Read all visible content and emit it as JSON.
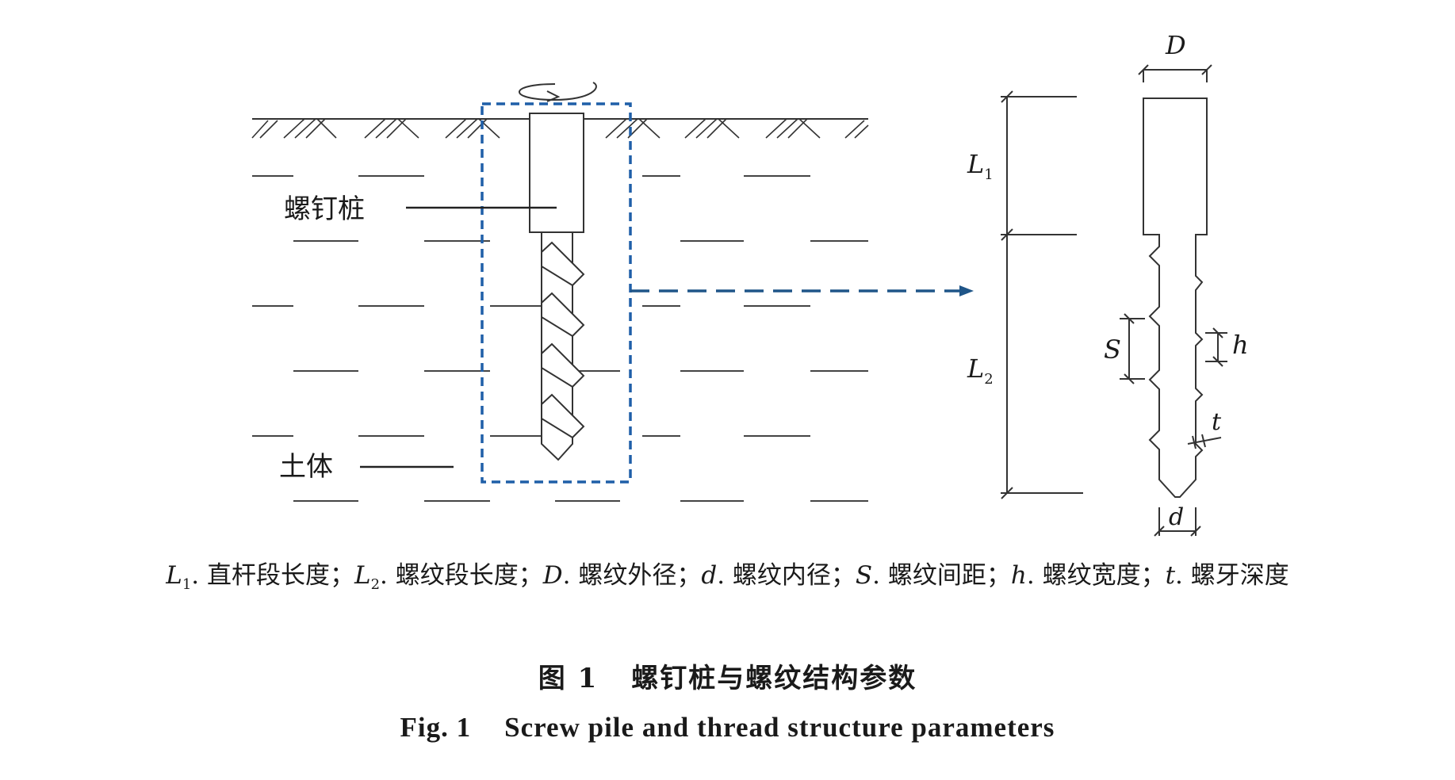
{
  "diagram": {
    "left": {
      "pile_label": "螺钉桩",
      "soil_label": "土体"
    },
    "right": {
      "D": "D",
      "L1_main": "L",
      "L1_sub": "1",
      "L2_main": "L",
      "L2_sub": "2",
      "S": "S",
      "h": "h",
      "t": "t",
      "d": "d"
    }
  },
  "legend": {
    "L1_var": "L",
    "L1_sub": "1",
    "L1_text": ". 直杆段长度；",
    "L2_var": "L",
    "L2_sub": "2",
    "L2_text": ". 螺纹段长度；",
    "D_var": "D",
    "D_text": ". 螺纹外径；",
    "d_var": "d",
    "d_text": ". 螺纹内径；",
    "S_var": "S",
    "S_text": ". 螺纹间距；",
    "h_var": "h",
    "h_text": ". 螺纹宽度；",
    "t_var": "t",
    "t_text": ". 螺牙深度"
  },
  "caption": {
    "cn_label": "图 1",
    "cn_title": "螺钉桩与螺纹结构参数",
    "en_label": "Fig. 1",
    "en_title": "Screw pile and thread structure parameters"
  },
  "colors": {
    "dashed_box": "#1f5fa8",
    "arrow": "#1f5588",
    "line": "#333333"
  }
}
